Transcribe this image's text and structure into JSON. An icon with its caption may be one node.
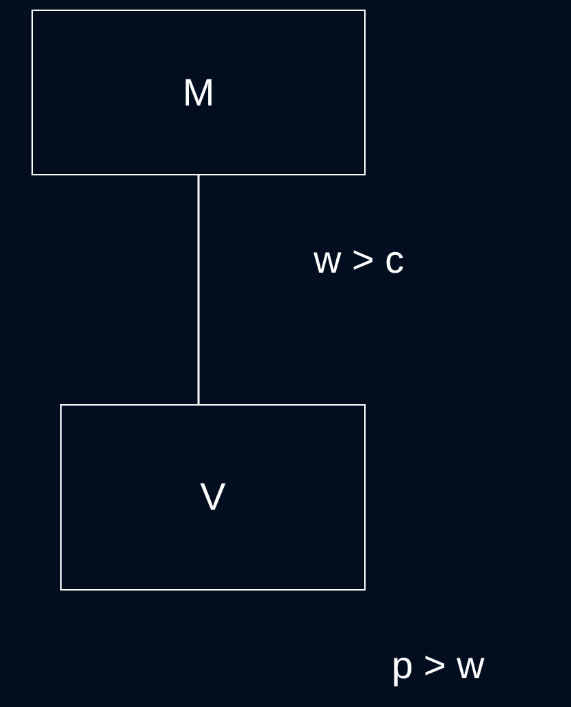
{
  "diagram": {
    "nodes": [
      {
        "text": [
          "M"
        ]
      },
      {
        "text": [
          "V"
        ]
      }
    ],
    "edges": [
      {
        "from": 0,
        "to": 1,
        "arrow": "none",
        "label": "w > c"
      }
    ],
    "labels": [
      "p > w"
    ]
  }
}
